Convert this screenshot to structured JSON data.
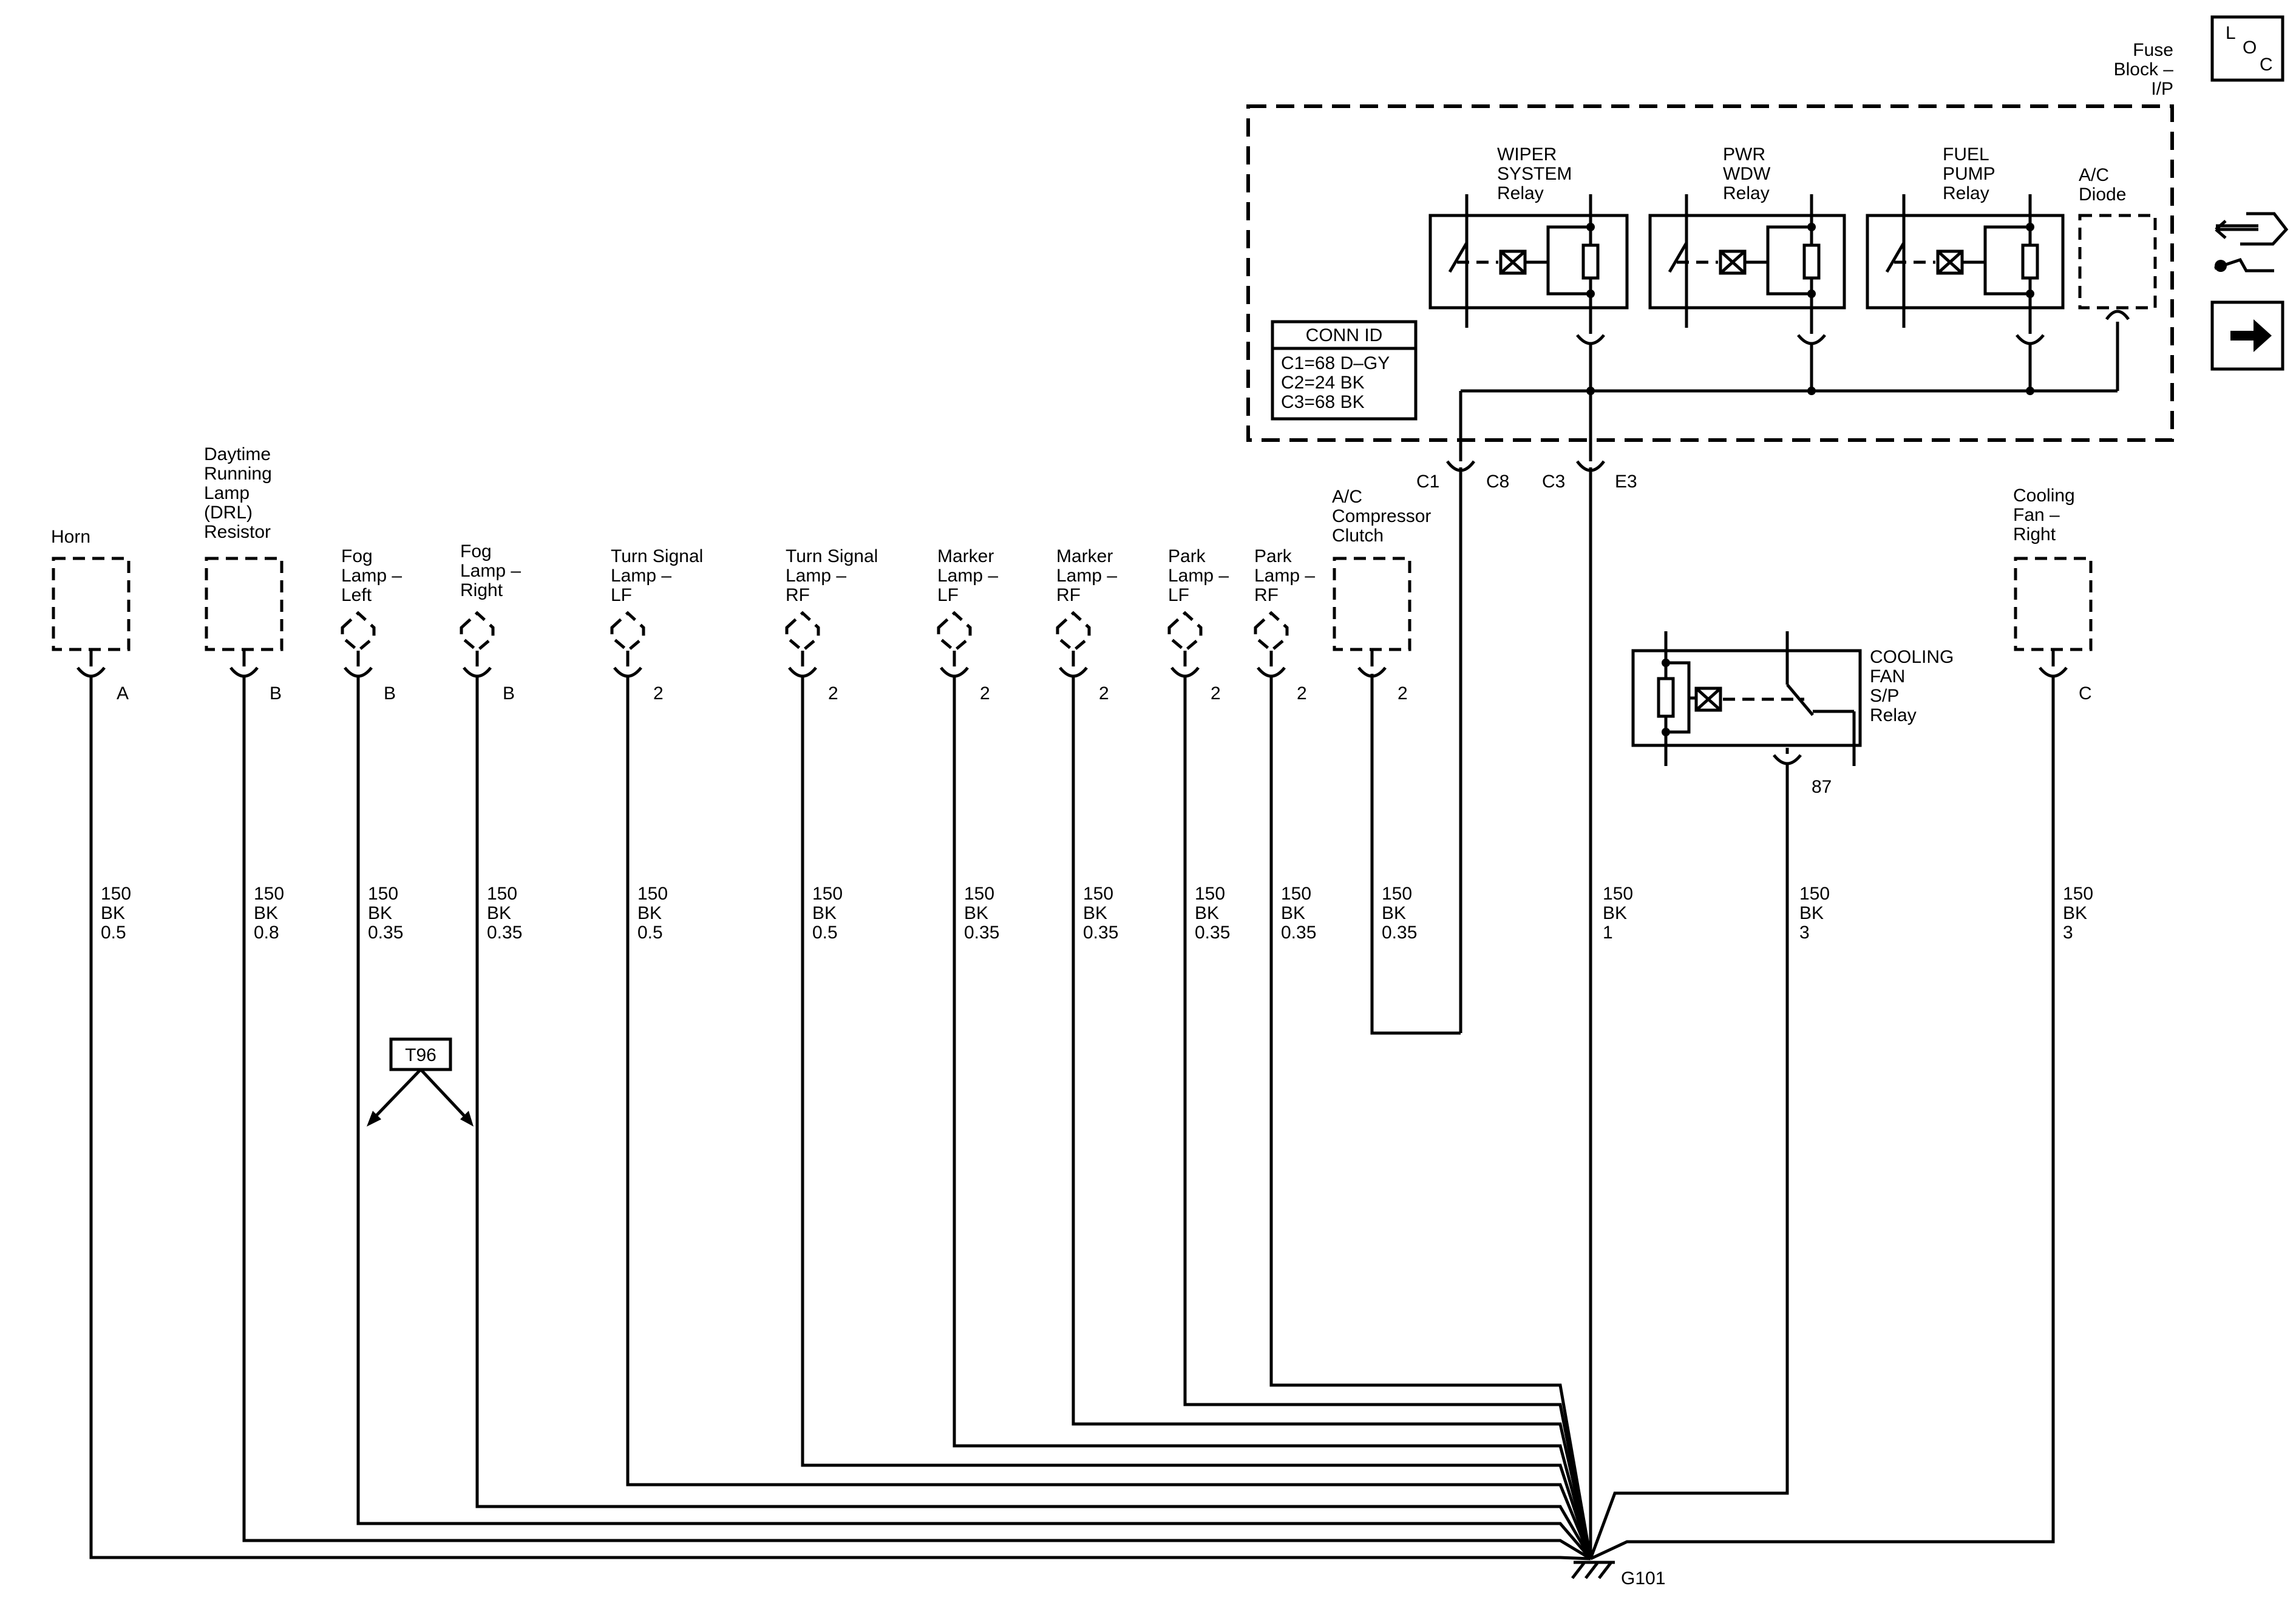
{
  "loc_icon": {
    "letters": [
      "L",
      "O",
      "C"
    ]
  },
  "fuse_block": {
    "lines": [
      "Fuse",
      "Block –",
      "I/P"
    ]
  },
  "conn_id": {
    "title": "CONN ID",
    "entries": [
      "C1=68 D–GY",
      "C2=24 BK",
      "C3=68 BK"
    ]
  },
  "relays": [
    {
      "label": [
        "WIPER",
        "SYSTEM",
        "Relay"
      ]
    },
    {
      "label": [
        "PWR",
        "WDW",
        "Relay"
      ]
    },
    {
      "label": [
        "FUEL",
        "PUMP",
        "Relay"
      ]
    }
  ],
  "ac_diode": {
    "label": [
      "A/C",
      "Diode"
    ]
  },
  "fuse_connectors": {
    "c1": "C1",
    "c8": "C8",
    "c3": "C3",
    "e3": "E3"
  },
  "components": [
    {
      "label": [
        "Horn"
      ],
      "pin": "A",
      "wire": [
        "150",
        "BK",
        "0.5"
      ]
    },
    {
      "label": [
        "Daytime",
        "Running",
        "Lamp",
        "(DRL)",
        "Resistor"
      ],
      "pin": "B",
      "wire": [
        "150",
        "BK",
        "0.8"
      ]
    },
    {
      "label": [
        "Fog",
        "Lamp –",
        "Left"
      ],
      "pin": "B",
      "wire": [
        "150",
        "BK",
        "0.35"
      ]
    },
    {
      "label": [
        "Fog",
        "Lamp –",
        "Right"
      ],
      "pin": "B",
      "wire": [
        "150",
        "BK",
        "0.35"
      ]
    },
    {
      "label": [
        "Turn Signal",
        "Lamp –",
        "LF"
      ],
      "pin": "2",
      "wire": [
        "150",
        "BK",
        "0.5"
      ]
    },
    {
      "label": [
        "Turn Signal",
        "Lamp –",
        "RF"
      ],
      "pin": "2",
      "wire": [
        "150",
        "BK",
        "0.5"
      ]
    },
    {
      "label": [
        "Marker",
        "Lamp –",
        "LF"
      ],
      "pin": "2",
      "wire": [
        "150",
        "BK",
        "0.35"
      ]
    },
    {
      "label": [
        "Marker",
        "Lamp –",
        "RF"
      ],
      "pin": "2",
      "wire": [
        "150",
        "BK",
        "0.35"
      ]
    },
    {
      "label": [
        "Park",
        "Lamp –",
        "LF"
      ],
      "pin": "2",
      "wire": [
        "150",
        "BK",
        "0.35"
      ]
    },
    {
      "label": [
        "Park",
        "Lamp –",
        "RF"
      ],
      "pin": "2",
      "wire": [
        "150",
        "BK",
        "0.35"
      ]
    },
    {
      "label": [
        "A/C",
        "Compressor",
        "Clutch"
      ],
      "pin": "2",
      "wire": [
        "150",
        "BK",
        "0.35"
      ]
    },
    {
      "label": [
        "Cooling",
        "Fan –",
        "Right"
      ],
      "pin": "C",
      "wire": [
        "150",
        "BK",
        "3"
      ]
    }
  ],
  "fuse_block_wire": [
    "150",
    "BK",
    "1"
  ],
  "cooling_relay": {
    "label": [
      "COOLING",
      "FAN",
      "S/P",
      "Relay"
    ],
    "pin": "87",
    "wire": [
      "150",
      "BK",
      "3"
    ]
  },
  "t96": "T96",
  "ground": "G101"
}
